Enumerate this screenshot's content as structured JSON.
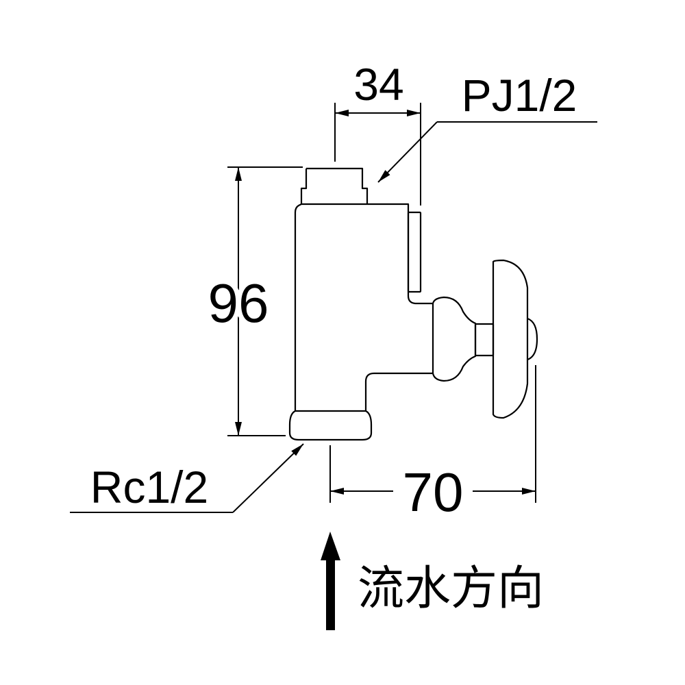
{
  "dimensions": {
    "width_top": "34",
    "height": "96",
    "depth": "70"
  },
  "thread_labels": {
    "top": "PJ1/2",
    "bottom": "Rc1/2"
  },
  "flow": {
    "label": "流水方向",
    "arrow_icon": "arrow-up-icon"
  },
  "colors": {
    "line": "#000000",
    "background": "#ffffff"
  }
}
